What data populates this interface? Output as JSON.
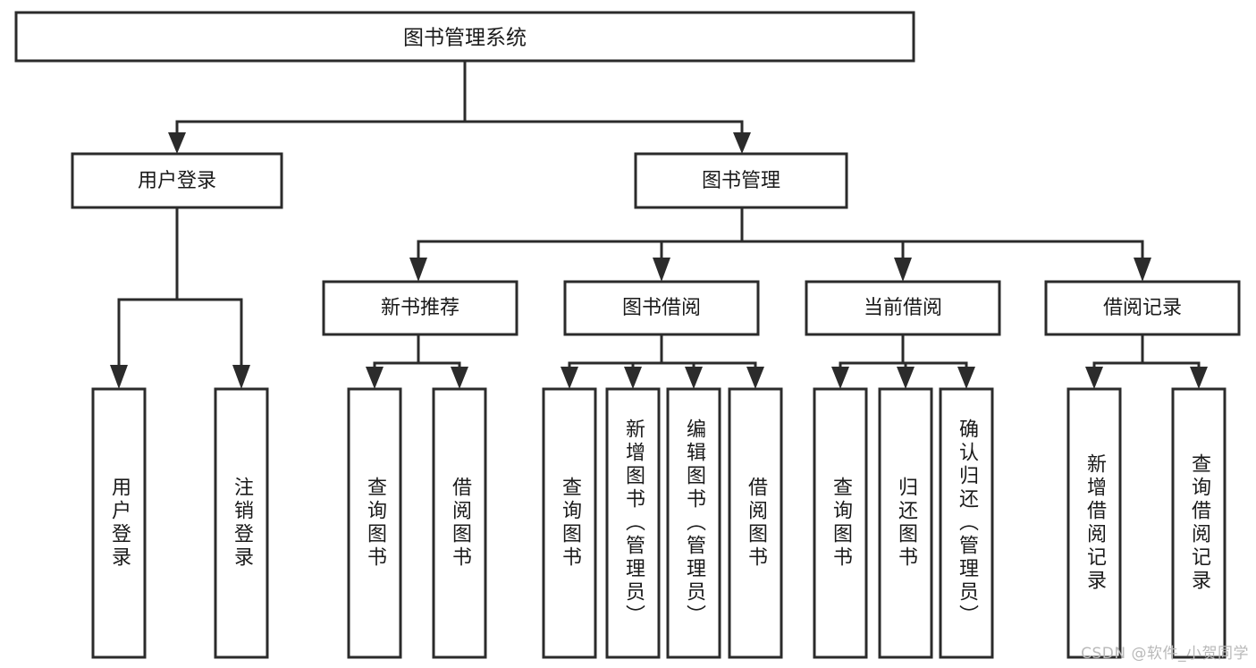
{
  "diagram": {
    "type": "tree",
    "title": "图书管理系统",
    "orientation": "top-down",
    "colors": {
      "stroke": "#2b2b2b",
      "box_fill": "#ffffff",
      "text": "#1a1a1a",
      "background": "#ffffff",
      "watermark": "#b9b9b9"
    },
    "root": {
      "label": "图书管理系统",
      "level": 0
    },
    "level1": [
      {
        "label": "用户登录"
      },
      {
        "label": "图书管理"
      }
    ],
    "level2": [
      {
        "label": "新书推荐",
        "parent": "图书管理"
      },
      {
        "label": "图书借阅",
        "parent": "图书管理"
      },
      {
        "label": "当前借阅",
        "parent": "图书管理"
      },
      {
        "label": "借阅记录",
        "parent": "图书管理"
      }
    ],
    "leaves": {
      "用户登录": [
        {
          "label": "用户登录"
        },
        {
          "label": "注销登录"
        }
      ],
      "新书推荐": [
        {
          "label": "查询图书"
        },
        {
          "label": "借阅图书"
        }
      ],
      "图书借阅": [
        {
          "label": "查询图书"
        },
        {
          "label": "新增图书（管理员）"
        },
        {
          "label": "编辑图书（管理员）"
        },
        {
          "label": "借阅图书"
        }
      ],
      "当前借阅": [
        {
          "label": "查询图书"
        },
        {
          "label": "归还图书"
        },
        {
          "label": "确认归还（管理员）"
        }
      ],
      "借阅记录": [
        {
          "label": "新增借阅记录"
        },
        {
          "label": "查询借阅记录"
        }
      ]
    }
  },
  "watermark": {
    "text": "CSDN @软件_小贺同学"
  }
}
